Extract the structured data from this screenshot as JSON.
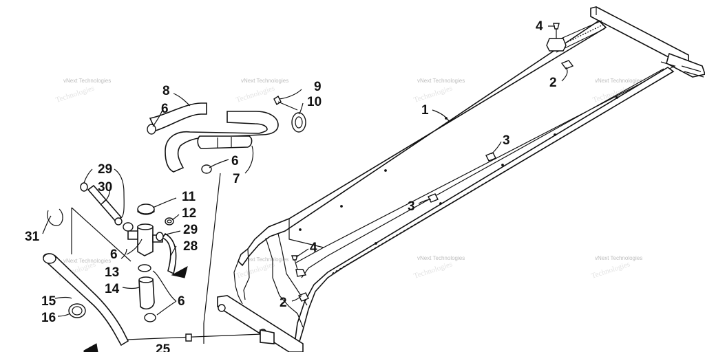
{
  "watermark": "vNext Technologies",
  "callouts": {
    "c1": "1",
    "c2a": "2",
    "c2b": "2",
    "c3a": "3",
    "c3b": "3",
    "c4a": "4",
    "c4b": "4",
    "c6a": "6",
    "c6b": "6",
    "c6c": "6",
    "c6d": "6",
    "c7": "7",
    "c8": "8",
    "c9": "9",
    "c10": "10",
    "c11": "11",
    "c12": "12",
    "c13": "13",
    "c14": "14",
    "c15": "15",
    "c16": "16",
    "c25": "25",
    "c28": "28",
    "c29a": "29",
    "c29b": "29",
    "c30": "30",
    "c31": "31"
  }
}
